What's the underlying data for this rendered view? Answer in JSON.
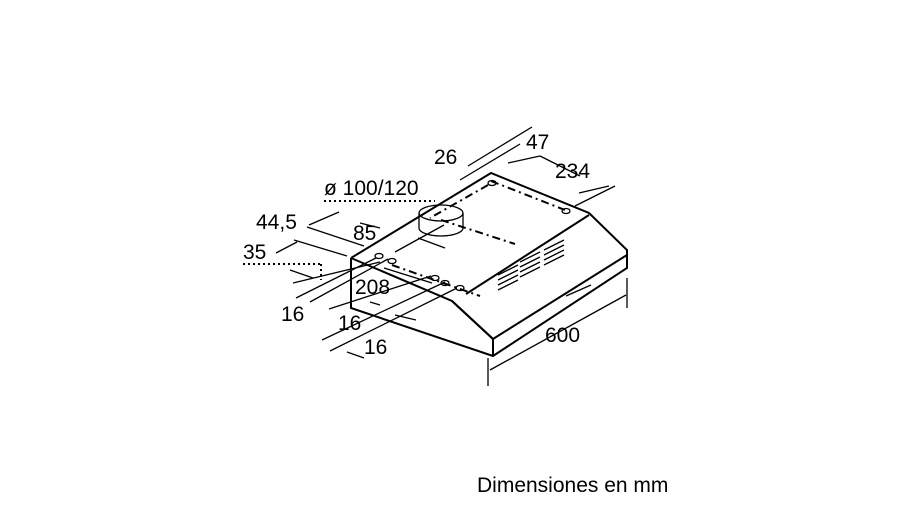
{
  "dimensions": {
    "d47": "47",
    "d26": "26",
    "d234": "234",
    "diameter": "ø 100/120",
    "d44_5": "44,5",
    "d85": "85",
    "d35": "35",
    "d208": "208",
    "d16a": "16",
    "d16b": "16",
    "d16c": "16",
    "d600": "600"
  },
  "caption": "Dimensiones en mm"
}
